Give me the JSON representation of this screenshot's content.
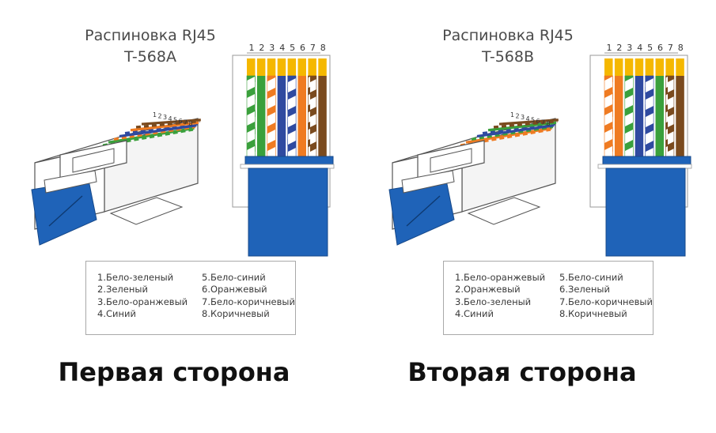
{
  "panels": [
    {
      "title_line1": "Распиновка RJ45",
      "title_line2": "T-568A",
      "pin_numbers": [
        "1",
        "2",
        "3",
        "4",
        "5",
        "6",
        "7",
        "8"
      ],
      "connector_pin_label": "1 2 3 4 5 6 7 8",
      "legend": [
        "1.Бело-зеленый",
        "2.Зеленый",
        "3.Бело-оранжевый",
        "4.Синий",
        "5.Бело-синий",
        "6.Оранжевый",
        "7.Бело-коричневый",
        "8.Коричневый"
      ],
      "wires": [
        {
          "color": "#3aa03c",
          "striped": true
        },
        {
          "color": "#3aa03c",
          "striped": false
        },
        {
          "color": "#ef7b22",
          "striped": true
        },
        {
          "color": "#2f4aa0",
          "striped": false
        },
        {
          "color": "#2f4aa0",
          "striped": true
        },
        {
          "color": "#ef7b22",
          "striped": false
        },
        {
          "color": "#7a4a1e",
          "striped": true
        },
        {
          "color": "#7a4a1e",
          "striped": false
        }
      ],
      "side_label": "Первая сторона"
    },
    {
      "title_line1": "Распиновка RJ45",
      "title_line2": "T-568B",
      "pin_numbers": [
        "1",
        "2",
        "3",
        "4",
        "5",
        "6",
        "7",
        "8"
      ],
      "connector_pin_label": "1 2 3 4 5 6 7 8",
      "legend": [
        "1.Бело-оранжевый",
        "2.Оранжевый",
        "3.Бело-зеленый",
        "4.Синий",
        "5.Бело-синий",
        "6.Зеленый",
        "7.Бело-коричневый",
        "8.Коричневый"
      ],
      "wires": [
        {
          "color": "#ef7b22",
          "striped": true
        },
        {
          "color": "#ef7b22",
          "striped": false
        },
        {
          "color": "#3aa03c",
          "striped": true
        },
        {
          "color": "#2f4aa0",
          "striped": false
        },
        {
          "color": "#2f4aa0",
          "striped": true
        },
        {
          "color": "#3aa03c",
          "striped": false
        },
        {
          "color": "#7a4a1e",
          "striped": true
        },
        {
          "color": "#7a4a1e",
          "striped": false
        }
      ],
      "side_label": "Вторая сторона"
    }
  ],
  "colors": {
    "cable_blue": "#1f63b8",
    "cable_blue_dark": "#17498a",
    "gold_contact": "#f5b800",
    "plug_outline": "#555555"
  }
}
